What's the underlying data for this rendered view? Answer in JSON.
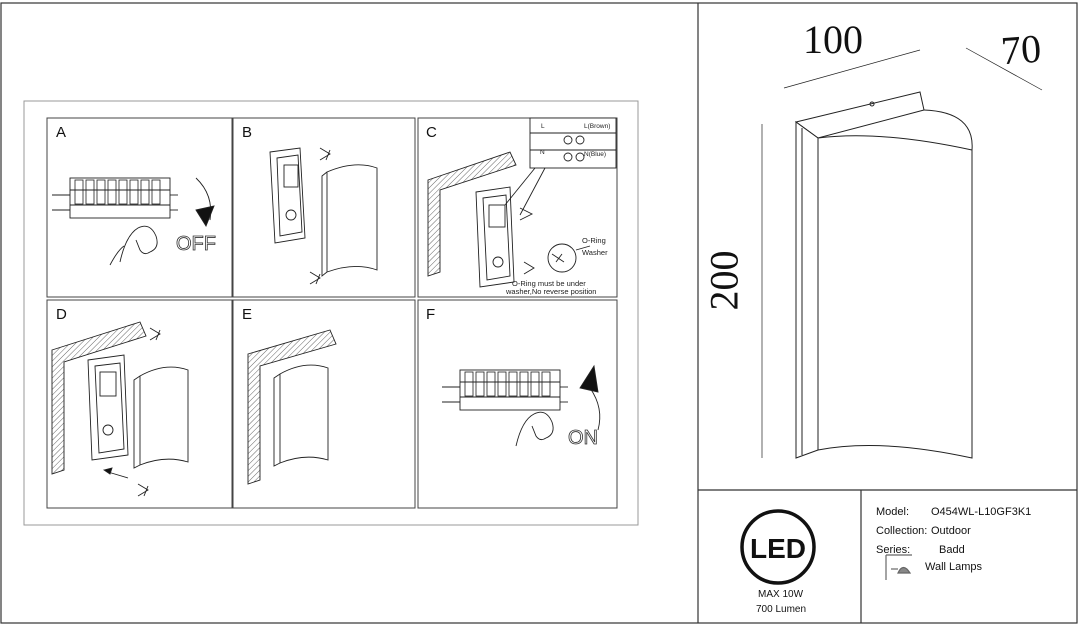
{
  "panels": [
    {
      "letter": "A",
      "text": "OFF"
    },
    {
      "letter": "B",
      "text": ""
    },
    {
      "letter": "C",
      "terminal_L": "L",
      "terminal_N": "N",
      "brown": "L(Brown)",
      "blue": "N(Blue)",
      "oring": "O-Ring",
      "washer": "Washer",
      "note_line1": "O-Ring must be under",
      "note_line2": "washer,No reverse position"
    },
    {
      "letter": "D",
      "text": ""
    },
    {
      "letter": "E",
      "text": ""
    },
    {
      "letter": "F",
      "text": "ON"
    }
  ],
  "dimensions": {
    "width": "100",
    "depth": "70",
    "height": "200"
  },
  "badge": {
    "logo": "LED",
    "power": "MAX 10W",
    "lumen": "700 Lumen"
  },
  "specs": {
    "model_label": "Model:",
    "model_value": "O454WL-L10GF3K1",
    "collection_label": "Collection:",
    "collection_value": "Outdoor",
    "series_label": "Series:",
    "series_value": "Badd",
    "type_value": "Wall Lamps"
  },
  "colors": {
    "line": "#1a1a1a",
    "frame": "#333333",
    "hatch": "#555555"
  }
}
